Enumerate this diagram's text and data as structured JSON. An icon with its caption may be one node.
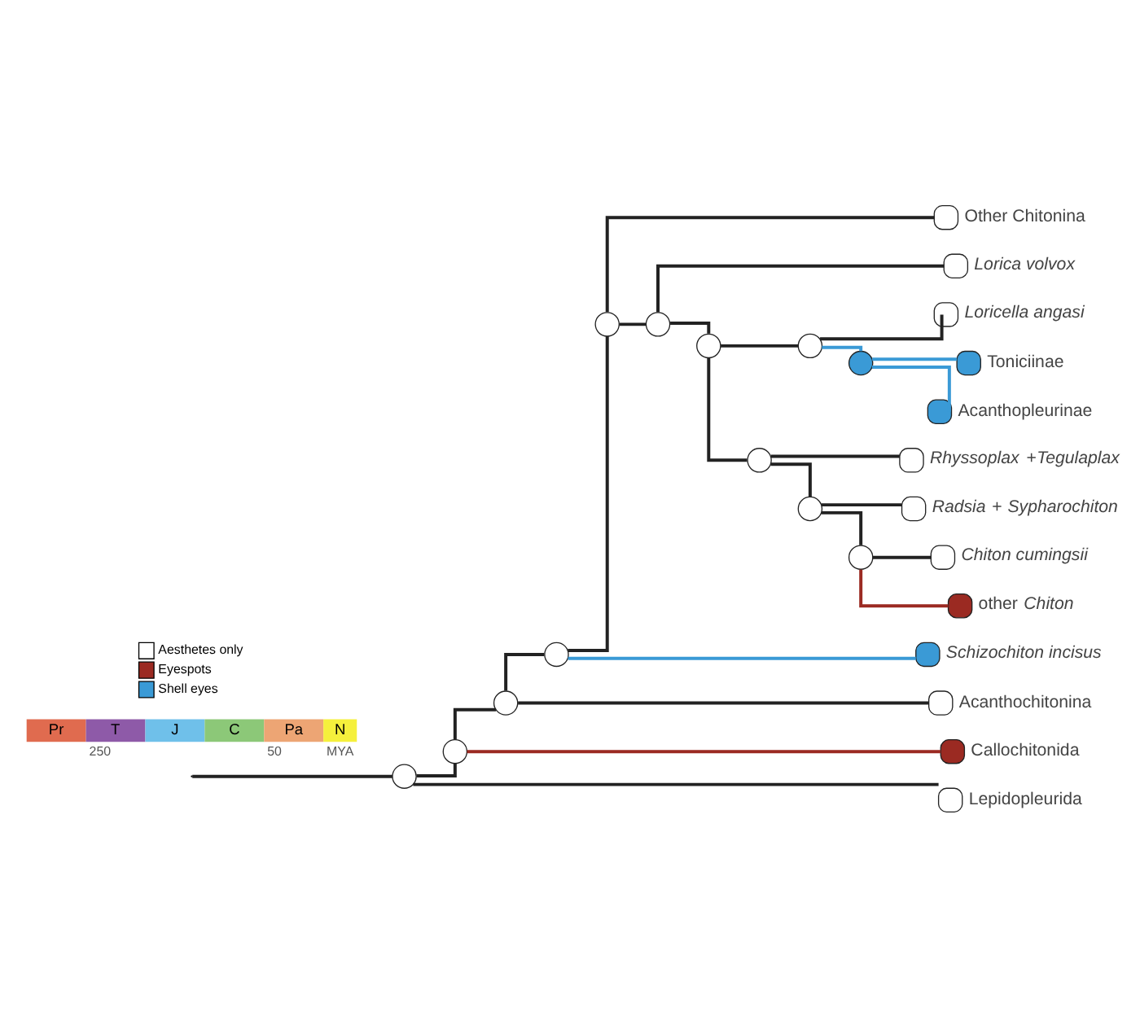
{
  "diagram": {
    "nodes": [
      {
        "text": [
          "Other Chitonina"
        ]
      },
      {
        "text": [
          "Lorica volvox"
        ]
      },
      {
        "text": [
          "Loricella angasi"
        ]
      },
      {
        "text": [
          "Toniciinae"
        ]
      },
      {
        "text": [
          "Acanthopleurinae"
        ]
      },
      {
        "text": [
          "*Rhyssoplax* +*Tegulaplax*"
        ]
      },
      {
        "text": [
          "*Radsia* + *Sypharochiton*"
        ]
      },
      {
        "text": [
          "Chiton cumingsii"
        ]
      },
      {
        "text": [
          "other *Chiton*"
        ]
      },
      {
        "text": [
          "Schizochiton incisus"
        ]
      },
      {
        "text": [
          "Acanthochitonina"
        ]
      },
      {
        "text": [
          "Callochitonida"
        ]
      },
      {
        "text": [
          "Lepidopleurida"
        ]
      },
      {
        "text": [],
        "shape": "circle"
      },
      {
        "text": [],
        "shape": "circle"
      },
      {
        "text": [],
        "shape": "circle"
      },
      {
        "text": [],
        "shape": "circle"
      },
      {
        "text": [],
        "shape": "circle"
      },
      {
        "text": [],
        "shape": "circle"
      },
      {
        "text": [],
        "shape": "circle"
      },
      {
        "text": [],
        "shape": "circle"
      },
      {
        "text": [],
        "shape": "circle"
      },
      {
        "text": [],
        "shape": "circle"
      },
      {
        "text": [],
        "shape": "circle"
      },
      {
        "text": [],
        "shape": "circle"
      }
    ],
    "edges": [
      {
        "from": null,
        "to": 13,
        "arrow": "none"
      },
      {
        "from": 13,
        "to": 14,
        "arrow": "none"
      },
      {
        "from": 13,
        "to": 12,
        "arrow": "none"
      },
      {
        "from": 14,
        "to": 15,
        "arrow": "none"
      },
      {
        "from": 14,
        "to": 11,
        "arrow": "none",
        "color": "#9b2a22"
      },
      {
        "from": 15,
        "to": 16,
        "arrow": "none"
      },
      {
        "from": 15,
        "to": 10,
        "arrow": "none"
      },
      {
        "from": 16,
        "to": 17,
        "arrow": "none"
      },
      {
        "from": 16,
        "to": 9,
        "arrow": "none",
        "color": "#3a9ad6"
      },
      {
        "from": 17,
        "to": 0,
        "arrow": "none"
      },
      {
        "from": 17,
        "to": 18,
        "arrow": "none"
      },
      {
        "from": 18,
        "to": 1,
        "arrow": "none"
      },
      {
        "from": 18,
        "to": 19,
        "arrow": "none"
      },
      {
        "from": 19,
        "to": 20,
        "arrow": "none"
      },
      {
        "from": 19,
        "to": 22,
        "arrow": "none"
      },
      {
        "from": 20,
        "to": 2,
        "arrow": "none"
      },
      {
        "from": 20,
        "to": 21,
        "arrow": "none",
        "color": "#3a9ad6"
      },
      {
        "from": 21,
        "to": 3,
        "arrow": "none",
        "color": "#3a9ad6"
      },
      {
        "from": 21,
        "to": 4,
        "arrow": "none",
        "color": "#3a9ad6"
      },
      {
        "from": 22,
        "to": 5,
        "arrow": "none"
      },
      {
        "from": 22,
        "to": 23,
        "arrow": "none"
      },
      {
        "from": 23,
        "to": 6,
        "arrow": "none"
      },
      {
        "from": 23,
        "to": 24,
        "arrow": "none"
      },
      {
        "from": 24,
        "to": 7,
        "arrow": "none"
      },
      {
        "from": 24,
        "to": 8,
        "arrow": "none",
        "color": "#9b2a22"
      }
    ],
    "labels": [
      "Pr",
      "T",
      "J",
      "C",
      "Pa",
      "N",
      "250",
      "50",
      "MYA"
    ],
    "legend": [
      {
        "text": "Aesthetes only",
        "color": "#ffffff"
      },
      {
        "text": "Eyespots",
        "color": "#9b2a22"
      },
      {
        "text": "Shell eyes",
        "color": "#3a9ad6"
      }
    ]
  }
}
